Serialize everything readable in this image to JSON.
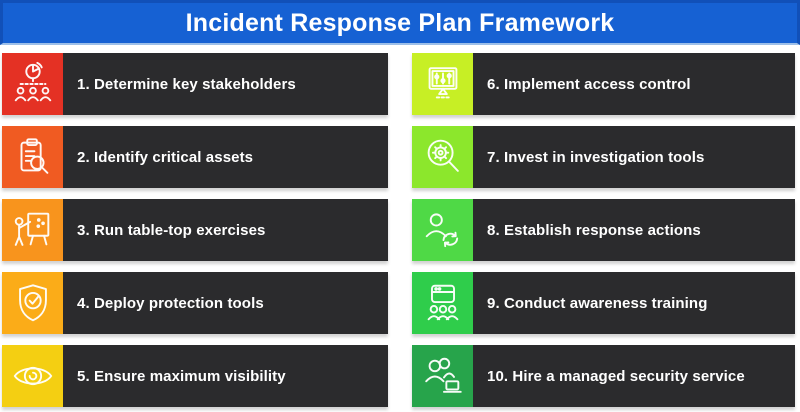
{
  "header": {
    "title": "Incident Response Plan Framework"
  },
  "colors": {
    "header_bg": "#1661d3",
    "header_border": "#1150b8",
    "bar_bg": "#2b2b2d",
    "text": "#ffffff"
  },
  "items": [
    {
      "label": "1. Determine key stakeholders",
      "icon": "pie-org-chart-icon",
      "color": "#e43124"
    },
    {
      "label": "2. Identify critical assets",
      "icon": "clipboard-search-icon",
      "color": "#f05b22"
    },
    {
      "label": "3. Run table-top exercises",
      "icon": "presenter-board-icon",
      "color": "#f8941d"
    },
    {
      "label": "4. Deploy protection tools",
      "icon": "shield-check-icon",
      "color": "#fbac18"
    },
    {
      "label": "5. Ensure maximum visibility",
      "icon": "eye-icon",
      "color": "#f4cf12"
    },
    {
      "label": "6. Implement access control",
      "icon": "monitor-sliders-icon",
      "color": "#c7ef25"
    },
    {
      "label": "7. Invest in investigation tools",
      "icon": "gear-magnifier-icon",
      "color": "#8ce72c"
    },
    {
      "label": "8. Establish response actions",
      "icon": "person-sync-icon",
      "color": "#4fd946"
    },
    {
      "label": "9. Conduct awareness training",
      "icon": "window-people-icon",
      "color": "#2fcd4b"
    },
    {
      "label": "10. Hire a managed security service",
      "icon": "team-laptop-icon",
      "color": "#27a44b"
    }
  ]
}
